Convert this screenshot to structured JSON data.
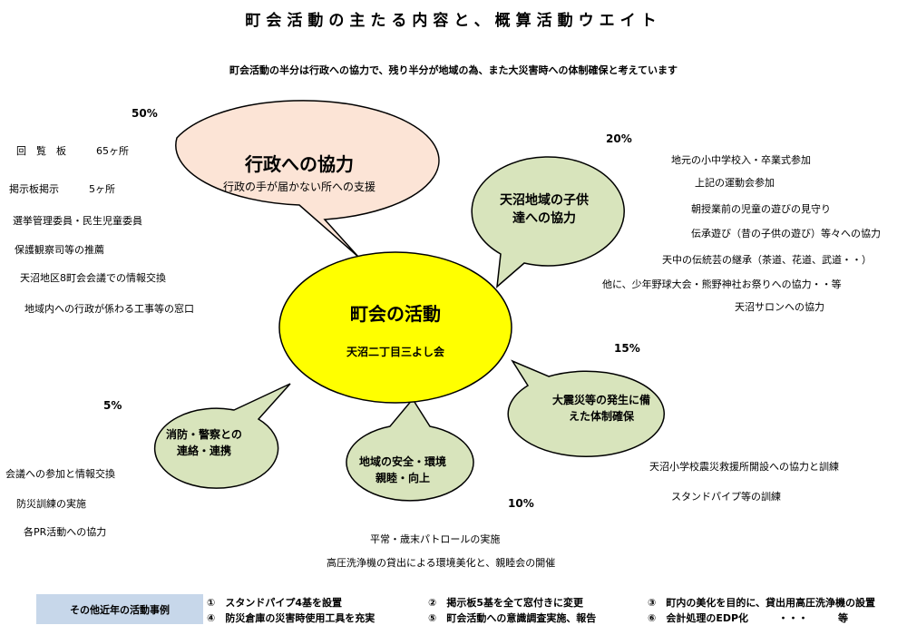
{
  "title": "町会活動の主たる内容と、概算活動ウエイト",
  "subtitle": "町会活動の半分は行政への協力で、残り半分が地域の為、また大災害時への体制確保と考えています",
  "center": {
    "title": "町会の活動",
    "name": "天沼二丁目三よし会"
  },
  "gyosei": {
    "percent": "50%",
    "title": "行政への協力",
    "subtitle": "行政の手が届かない所への支援",
    "items": [
      "回　覧　板　　　65ヶ所",
      "掲示板掲示　　　5ヶ所",
      "選挙管理委員・民生児童委員",
      "保護観察司等の推薦",
      "天沼地区8町会会議での情報交換",
      "地域内への行政が係わる工事等の窓口"
    ]
  },
  "kodomo": {
    "percent": "20%",
    "title_line1": "天沼地域の子供",
    "title_line2": "達への協力",
    "items": [
      "地元の小中学校入・卒業式参加",
      "上記の運動会参加",
      "朝授業前の児童の遊びの見守り",
      "伝承遊び（昔の子供の遊び）等々への協力",
      "天中の伝統芸の継承（茶道、花道、武道・・）",
      "他に、少年野球大会・熊野神社お祭りへの協力・・等",
      "天沼サロンへの協力"
    ]
  },
  "shinsai": {
    "percent": "15%",
    "title_line1": "大震災等の発生に備",
    "title_line2": "えた体制確保",
    "items": [
      "天沼小学校震災救援所開設への協力と訓練",
      "スタンドパイプ等の訓練"
    ]
  },
  "anzen": {
    "percent": "10%",
    "title_line1": "地域の安全・環境",
    "title_line2": "親睦・向上",
    "items": [
      "平常・歳末パトロールの実施",
      "高圧洗浄機の貸出による環境美化と、親睦会の開催"
    ]
  },
  "shobo": {
    "percent": "5%",
    "title_line1": "消防・警察との",
    "title_line2": "連絡・連携",
    "items": [
      "会議への参加と情報交換",
      "防災訓練の実施",
      "各PR活動への協力"
    ]
  },
  "footer": {
    "label": "その他近年の活動事例",
    "items": [
      "①　スタンドパイプ4基を設置",
      "②　掲示板5基を全て窓付きに変更",
      "③　町内の美化を目的に、貸出用高圧洗浄機の設置",
      "④　防災倉庫の災害時使用工具を充実",
      "⑤　町会活動への意識調査実施、報告",
      "⑥　会計処理のEDP化　　　・・・　　　等"
    ]
  },
  "colors": {
    "center_fill": "#ffff00",
    "gyosei_fill": "#fce4d6",
    "bubble_fill": "#d8e4bc",
    "footer_label_bg": "#c7d7ea"
  }
}
